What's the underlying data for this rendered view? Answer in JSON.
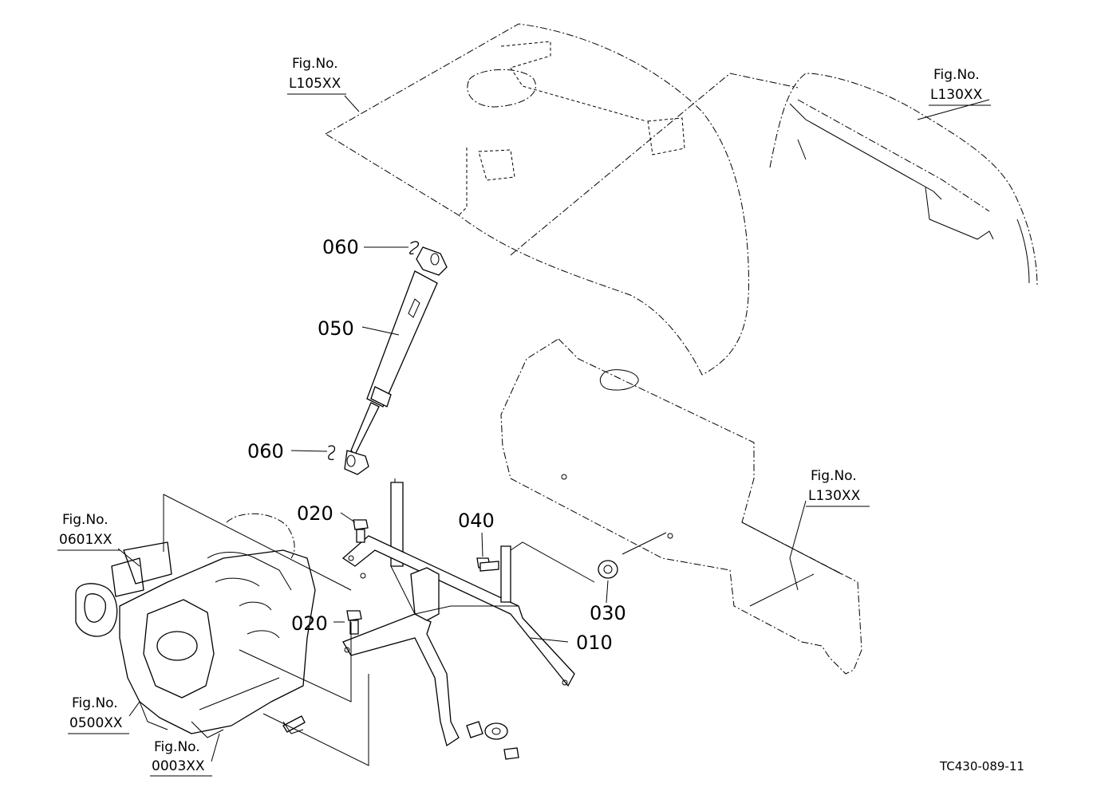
{
  "parts": [
    {
      "label": "060"
    },
    {
      "label": "050"
    },
    {
      "label": "060"
    },
    {
      "label": "020"
    },
    {
      "label": "040"
    },
    {
      "label": "020"
    },
    {
      "label": "030"
    },
    {
      "label": "010"
    }
  ],
  "fig_refs": [
    {
      "line1": "Fig.No.",
      "line2": "L105XX"
    },
    {
      "line1": "Fig.No.",
      "line2": "L130XX"
    },
    {
      "line1": "Fig.No.",
      "line2": "L130XX"
    },
    {
      "line1": "Fig.No.",
      "line2": "0601XX"
    },
    {
      "line1": "Fig.No.",
      "line2": "0500XX"
    },
    {
      "line1": "Fig.No.",
      "line2": "0003XX"
    }
  ],
  "drawing_code": "TC430-089-11"
}
